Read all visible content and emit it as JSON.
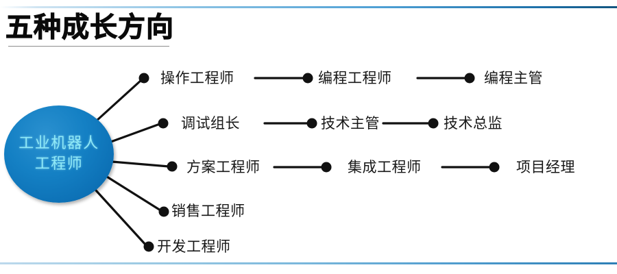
{
  "page": {
    "title": "五种成长方向",
    "background_color": "#ffffff"
  },
  "colors": {
    "hub_blue": "#1480c4",
    "hub_text": "#8fe9f7",
    "rule_blue": "#2d7fb6",
    "node_text": "#171717",
    "title_text": "#0a0a0a",
    "title_underline": "#8e8e8e"
  },
  "hub": {
    "line1": "工业机器人",
    "line2": "工程师"
  },
  "branches": [
    {
      "id": "branch-1",
      "nodes": [
        "操作工程师",
        "编程工程师",
        "编程主管"
      ]
    },
    {
      "id": "branch-2",
      "nodes": [
        "调试组长",
        "技术主管",
        "技术总监"
      ]
    },
    {
      "id": "branch-3",
      "nodes": [
        "方案工程师",
        "集成工程师",
        "项目经理"
      ]
    },
    {
      "id": "branch-4",
      "nodes": [
        "销售工程师"
      ]
    },
    {
      "id": "branch-5",
      "nodes": [
        "开发工程师"
      ]
    }
  ],
  "diagram_data": {
    "type": "radial-tree",
    "root": "工业机器人工程师",
    "branch_count": 5,
    "paths": [
      [
        "工业机器人工程师",
        "操作工程师",
        "编程工程师",
        "编程主管"
      ],
      [
        "工业机器人工程师",
        "调试组长",
        "技术主管",
        "技术总监"
      ],
      [
        "工业机器人工程师",
        "方案工程师",
        "集成工程师",
        "项目经理"
      ],
      [
        "工业机器人工程师",
        "销售工程师"
      ],
      [
        "工业机器人工程师",
        "开发工程师"
      ]
    ]
  }
}
